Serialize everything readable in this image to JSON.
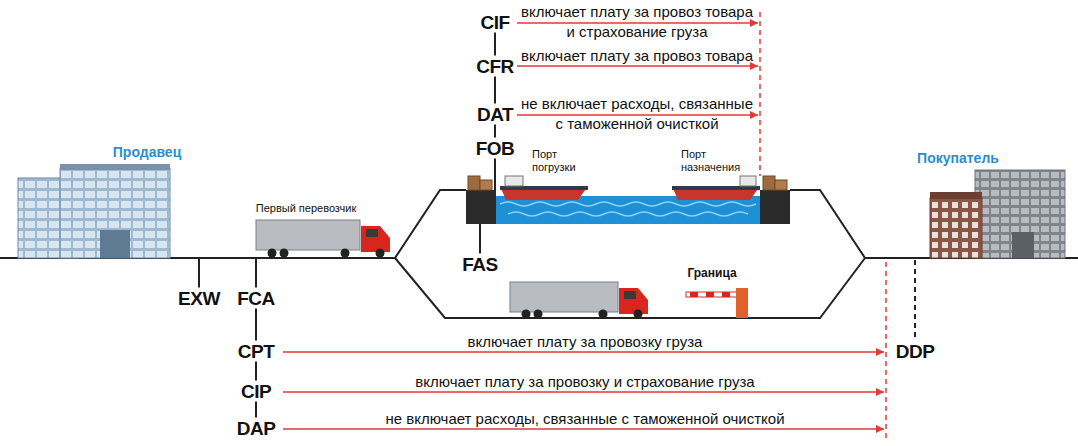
{
  "diagram": {
    "labels": [
      "CIF",
      "включает плату за провоз товара и страхование груза",
      "CFR",
      "включает плату за провоз товара",
      "DAT",
      "не включает расходы, связанные с таможенной очисткой",
      "FOB",
      "Порт погрузки",
      "Порт назначения",
      "Продавец",
      "Первый перевозчик",
      "FAS",
      "Граница",
      "Покупатель",
      "EXW",
      "FCA",
      "CPT",
      "включает плату за провозку груза",
      "DDP",
      "CIP",
      "включает плату за провозку и страхование груза",
      "DAP",
      "не включает расходы, связанные с таможенной очисткой"
    ]
  }
}
